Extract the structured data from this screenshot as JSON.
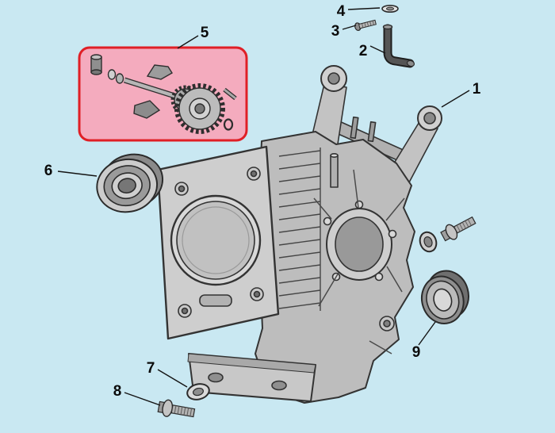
{
  "diagram": {
    "background_color": "#c9e8f2",
    "highlight_box": {
      "fill_color": "#f4abbe",
      "stroke_color": "#e01f26"
    },
    "callouts": [
      {
        "label": "1"
      },
      {
        "label": "2"
      },
      {
        "label": "3"
      },
      {
        "label": "4"
      },
      {
        "label": "5"
      },
      {
        "label": "6"
      },
      {
        "label": "7"
      },
      {
        "label": "8"
      },
      {
        "label": "9"
      }
    ]
  }
}
